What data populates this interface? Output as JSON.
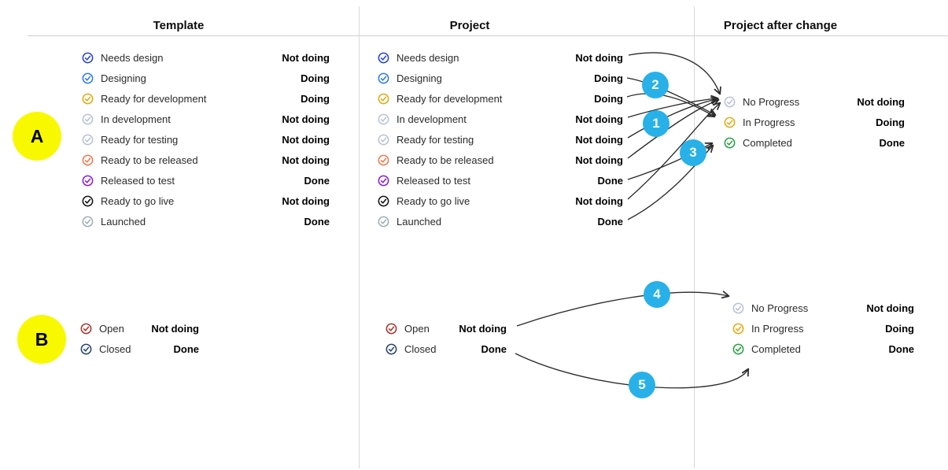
{
  "headers": [
    "Template",
    "Project",
    "Project after change"
  ],
  "markers": {
    "a": "A",
    "b": "B"
  },
  "badges": {
    "b1": "1",
    "b2": "2",
    "b3": "3",
    "b4": "4",
    "b5": "5"
  },
  "colors": {
    "badge_blue": "#27b1e8",
    "marker_yellow": "#f8f800",
    "arrow": "#2b2b2b",
    "divider": "#d9d9d9"
  },
  "statuses_a": [
    {
      "name": "Needs design",
      "category": "Not doing",
      "color": "#2545dd"
    },
    {
      "name": "Designing",
      "category": "Doing",
      "color": "#2e7ce4"
    },
    {
      "name": "Ready for development",
      "category": "Doing",
      "color": "#e7a910"
    },
    {
      "name": "In development",
      "category": "Not doing",
      "color": "#b7c2d3"
    },
    {
      "name": "Ready for testing",
      "category": "Not doing",
      "color": "#b7c2d3"
    },
    {
      "name": "Ready to be released",
      "category": "Not doing",
      "color": "#f0794e"
    },
    {
      "name": "Released to test",
      "category": "Done",
      "color": "#8a1fd3"
    },
    {
      "name": "Ready to go live",
      "category": "Not doing",
      "color": "#141414"
    },
    {
      "name": "Launched",
      "category": "Done",
      "color": "#9fafb5"
    }
  ],
  "statuses_after": [
    {
      "name": "No Progress",
      "category": "Not doing",
      "color": "#b7c2d3"
    },
    {
      "name": "In Progress",
      "category": "Doing",
      "color": "#e7a910"
    },
    {
      "name": "Completed",
      "category": "Done",
      "color": "#27a346"
    }
  ],
  "statuses_b": [
    {
      "name": "Open",
      "category": "Not doing",
      "color": "#ab352c"
    },
    {
      "name": "Closed",
      "category": "Done",
      "color": "#2a4570"
    }
  ],
  "mappings_a": [
    {
      "from": "Needs design",
      "to": "No Progress"
    },
    {
      "from": "Designing",
      "to": "In Progress",
      "badge": "2"
    },
    {
      "from": "Ready for development",
      "to": "In Progress",
      "badge": "2"
    },
    {
      "from": "In development",
      "to": "No Progress",
      "badge": "1"
    },
    {
      "from": "Ready for testing",
      "to": "No Progress",
      "badge": "1"
    },
    {
      "from": "Ready to be released",
      "to": "No Progress",
      "badge": "1"
    },
    {
      "from": "Released to test",
      "to": "Completed",
      "badge": "3"
    },
    {
      "from": "Ready to go live",
      "to": "No Progress",
      "badge": "1"
    },
    {
      "from": "Launched",
      "to": "Completed",
      "badge": "3"
    }
  ],
  "mappings_b": [
    {
      "from": "Open",
      "to": "No Progress",
      "badge": "4"
    },
    {
      "from": "Closed",
      "to": "Completed",
      "badge": "5"
    }
  ]
}
